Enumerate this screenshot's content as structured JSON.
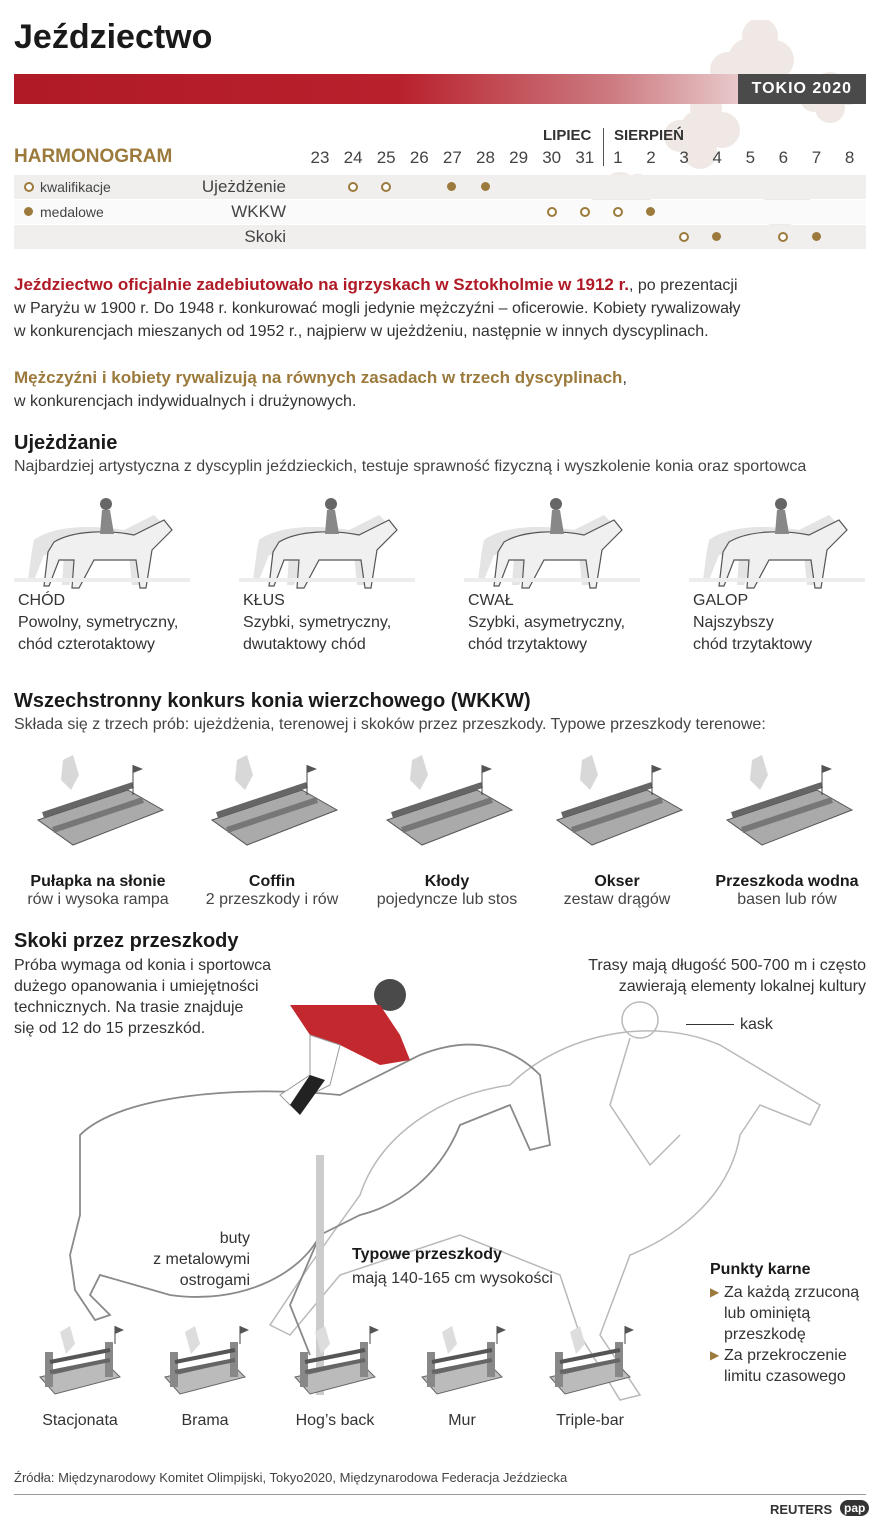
{
  "title": "Jeździectwo",
  "banner_tag": "TOKIO 2020",
  "schedule": {
    "heading": "HARMONOGRAM",
    "month_july": "LIPIEC",
    "month_august": "SIERPIEŃ",
    "days": [
      "23",
      "24",
      "25",
      "26",
      "27",
      "28",
      "29",
      "30",
      "31",
      "1",
      "2",
      "3",
      "4",
      "5",
      "6",
      "7",
      "8"
    ],
    "legend_qualification": "kwalifikacje",
    "legend_medal": "medalowe",
    "disciplines": [
      {
        "name": "Ujeżdżenie",
        "events": [
          {
            "day": "24",
            "kind": "q"
          },
          {
            "day": "25",
            "kind": "q"
          },
          {
            "day": "27",
            "kind": "m"
          },
          {
            "day": "28",
            "kind": "m"
          }
        ]
      },
      {
        "name": "WKKW",
        "events": [
          {
            "day": "30",
            "kind": "q"
          },
          {
            "day": "31",
            "kind": "q"
          },
          {
            "day": "1",
            "kind": "q"
          },
          {
            "day": "2",
            "kind": "m"
          }
        ]
      },
      {
        "name": "Skoki",
        "events": [
          {
            "day": "3",
            "kind": "q"
          },
          {
            "day": "4",
            "kind": "m"
          },
          {
            "day": "6",
            "kind": "q"
          },
          {
            "day": "7",
            "kind": "m"
          }
        ]
      }
    ],
    "colors": {
      "dot": "#9b7a3c"
    }
  },
  "intro": {
    "p1_bold": "Jeździectwo oficjalnie zadebiutowało na igrzyskach w Sztokholmie w 1912 r.",
    "p1_rest_a": ", po prezentacji",
    "p1_line2": "w Paryżu w 1900 r. Do 1948 r. konkurować mogli jedynie mężczyźni – oficerowie. Kobiety rywalizowały",
    "p1_line3": "w konkurencjach mieszanych od 1952 r., najpierw w ujeżdżeniu, następnie w innych dyscyplinach.",
    "p2_bold": "Mężczyźni i kobiety rywalizują na równych zasadach w trzech dyscyplinach",
    "p2_rest": ",",
    "p2_line2": "w konkurencjach indywidualnych i drużynowych."
  },
  "dressage": {
    "heading": "Ujeżdżanie",
    "sub": "Najbardziej artystyczna z dyscyplin jeździeckich, testuje sprawność fizyczną i wyszkolenie konia oraz sportowca",
    "gaits": [
      {
        "name": "CHÓD",
        "l1": "Powolny, symetryczny,",
        "l2": "chód czterotaktowy"
      },
      {
        "name": "KŁUS",
        "l1": "Szybki, symetryczny,",
        "l2": "dwutaktowy chód"
      },
      {
        "name": "CWAŁ",
        "l1": "Szybki, asymetryczny,",
        "l2": "chód trzytaktowy"
      },
      {
        "name": "GALOP",
        "l1": "Najszybszy",
        "l2": "chód trzytaktowy"
      }
    ]
  },
  "eventing": {
    "heading": "Wszechstronny konkurs konia wierzchowego (WKKW)",
    "sub": "Składa się z trzech prób: ujeżdżenia, terenowej i skoków przez przeszkody. Typowe przeszkody terenowe:",
    "obstacles": [
      {
        "name": "Pułapka na słonie",
        "desc": "rów i wysoka rampa"
      },
      {
        "name": "Coffin",
        "desc": "2 przeszkody i rów"
      },
      {
        "name": "Kłody",
        "desc": "pojedyncze lub stos"
      },
      {
        "name": "Okser",
        "desc": "zestaw drągów"
      },
      {
        "name": "Przeszkoda wodna",
        "desc": "basen lub rów"
      }
    ]
  },
  "jumping": {
    "heading": "Skoki przez przeszkody",
    "desc": [
      "Próba wymaga od konia i sportowca",
      "dużego opanowania i umiejętności",
      "technicznych. Na trasie znajduje",
      "się od 12 do 15 przeszkód."
    ],
    "route": [
      "Trasy mają długość 500-700 m i często",
      "zawierają elementy lokalnej kultury"
    ],
    "helmet_label": "kask",
    "boots_label": [
      "buty",
      "z metalowymi",
      "ostrogami"
    ],
    "typical_title": "Typowe przeszkody",
    "typical_desc": "mają 140-165 cm wysokości",
    "penalty_title": "Punkty karne",
    "penalty_items": [
      [
        "Za każdą zrzuconą",
        "lub ominiętą",
        "przeszkodę"
      ],
      [
        "Za przekroczenie",
        "limitu czasowego"
      ]
    ],
    "fences": [
      "Stacjonata",
      "Brama",
      "Hog’s back",
      "Mur",
      "Triple-bar"
    ]
  },
  "footer": {
    "source": "Źródła: Międzynarodowy Komitet Olimpijski, Tokyo2020, Międzynarodowa Federacja Jeździecka",
    "reuters": "REUTERS",
    "pap": "pap"
  }
}
